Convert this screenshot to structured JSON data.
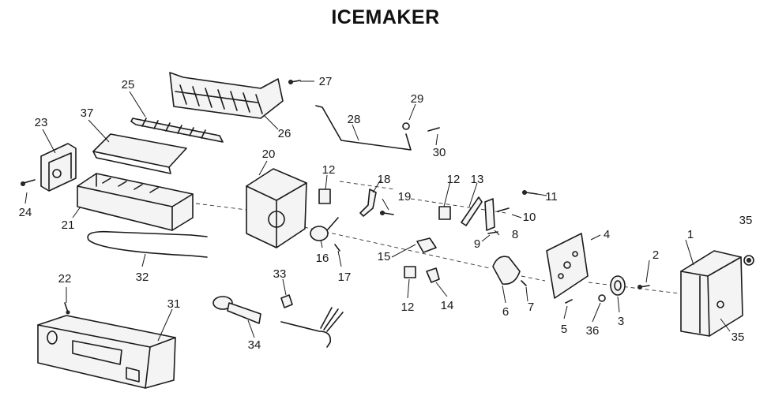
{
  "title": "ICEMAKER",
  "callouts": {
    "c1": "1",
    "c2": "2",
    "c3": "3",
    "c4": "4",
    "c5": "5",
    "c6": "6",
    "c7": "7",
    "c8": "8",
    "c9": "9",
    "c10": "10",
    "c11": "11",
    "c12a": "12",
    "c12b": "12",
    "c12c": "12",
    "c13": "13",
    "c14": "14",
    "c15": "15",
    "c16": "16",
    "c17": "17",
    "c18": "18",
    "c19": "19",
    "c20": "20",
    "c21": "21",
    "c22": "22",
    "c23": "23",
    "c24": "24",
    "c25": "25",
    "c26": "26",
    "c27": "27",
    "c28": "28",
    "c29": "29",
    "c30": "30",
    "c31": "31",
    "c32": "32",
    "c33": "33",
    "c34": "34",
    "c35a": "35",
    "c35b": "35",
    "c36": "36",
    "c37": "37"
  }
}
